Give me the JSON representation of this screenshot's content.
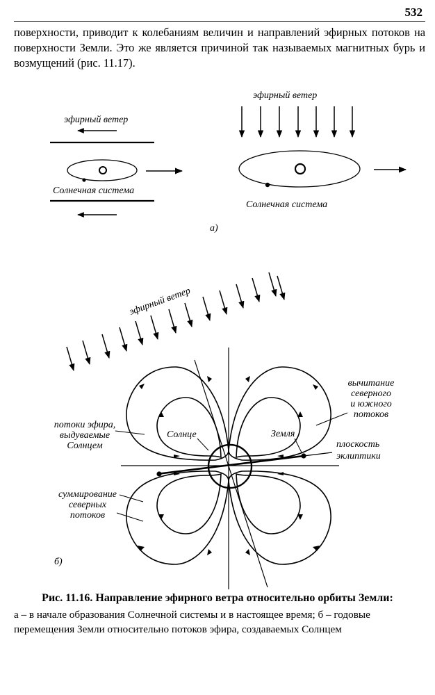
{
  "page": {
    "number": "532",
    "paragraph": "поверхности, приводит к колебаниям величин и направлений эфирных потоков на поверхности Земли. Это же является причиной так называемых магнитных бурь и возмущений (рис. 11.17)."
  },
  "figure_a": {
    "left_wind_label": "эфирный ветер",
    "left_system_label": "Солнечная система",
    "right_wind_label": "эфирный ветер",
    "right_system_label": "Солнечная система",
    "panel_label": "а)"
  },
  "figure_b": {
    "wind_label": "эфирный ветер",
    "sun_label": "Солнце",
    "earth_label": "Земля",
    "right_upper_label": [
      "вычитание",
      "северного",
      "и южного",
      "потоков"
    ],
    "right_lower_label": [
      "плоскость",
      "эклиптики"
    ],
    "left_upper_label": [
      "потоки эфира,",
      "выдуваемые",
      "Солнцем"
    ],
    "left_lower_label": [
      "суммирование",
      "северных",
      "потоков"
    ],
    "panel_label": "б)"
  },
  "caption": {
    "title": "Рис. 11.16. Направление эфирного ветра относительно орбиты Земли:",
    "line1": "а – в начале образования Солнечной системы и в настоящее время; б – годовые",
    "line2": "перемещения Земли относительно потоков эфира, создаваемых Солнцем"
  }
}
